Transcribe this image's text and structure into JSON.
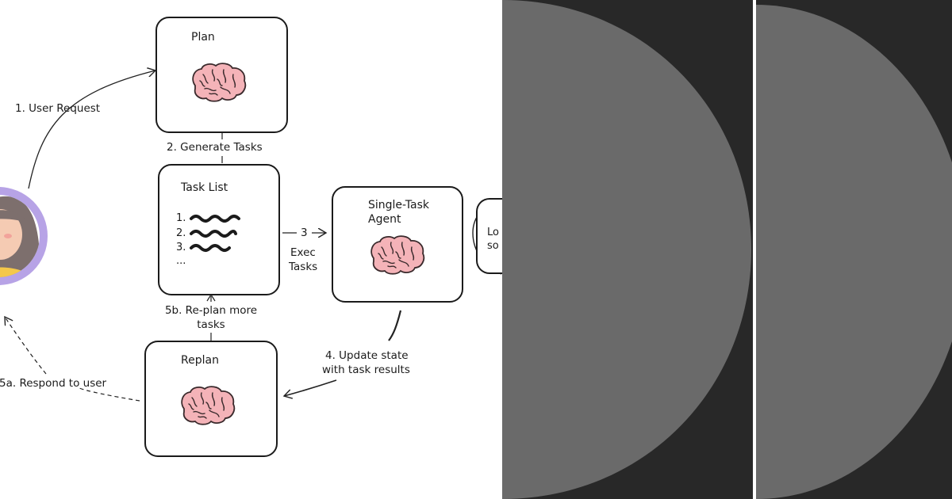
{
  "nodes": {
    "plan": {
      "title": "Plan"
    },
    "task_list": {
      "title": "Task List",
      "items": [
        "1.",
        "2.",
        "3.",
        "..."
      ]
    },
    "agent": {
      "title_line1": "Single-Task",
      "title_line2": "Agent"
    },
    "replan": {
      "title": "Replan"
    },
    "loop_cut": {
      "line1": "Lo",
      "line2": "so"
    }
  },
  "edges": {
    "user_request": "1. User Request",
    "generate_tasks": "2. Generate Tasks",
    "exec_num": "3",
    "exec_line1": "Exec",
    "exec_line2": "Tasks",
    "update_line1": "4. Update state",
    "update_line2": "with task results",
    "replan_more_line1": "5b. Re-plan more",
    "replan_more_line2": "tasks",
    "respond_user": "5a. Respond to user"
  },
  "colors": {
    "brain": "#f4b3b8",
    "brain_outline": "#3a2a2c",
    "avatar_ring": "#b7a3e6",
    "hair": "#7d6f6d",
    "skin": "#f5cbb3",
    "shirt": "#f4c84a",
    "dark_panel": "#282828",
    "circle_fill": "#6a6a6a"
  },
  "icons": [
    "brain-icon",
    "user-avatar-icon",
    "scribble-line-icon"
  ]
}
